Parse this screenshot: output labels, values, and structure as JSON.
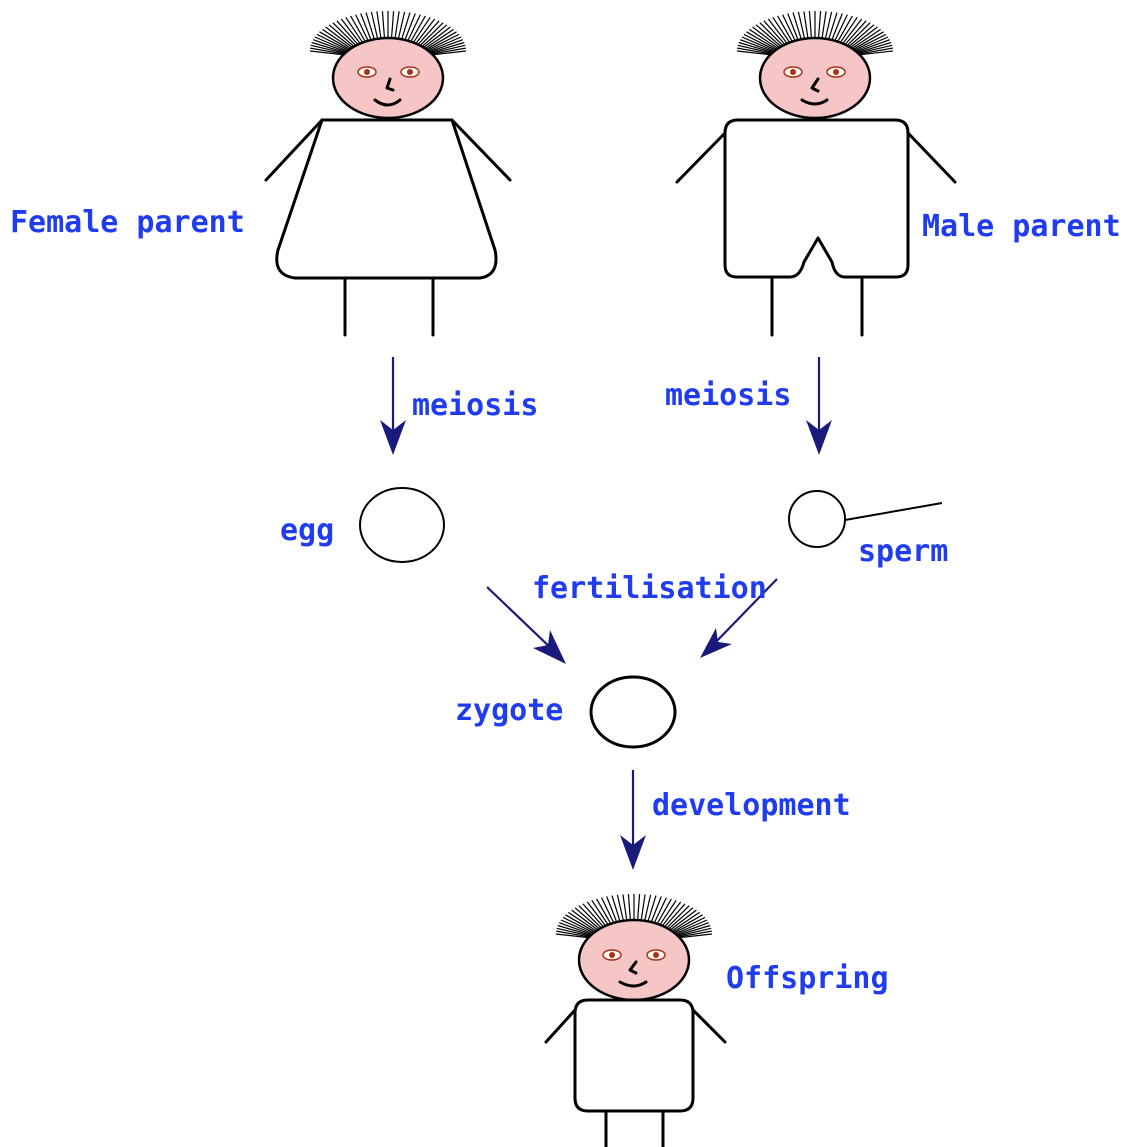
{
  "labels": {
    "female_parent": "Female parent",
    "male_parent": "Male parent",
    "meiosis_left": "meiosis",
    "meiosis_right": "meiosis",
    "egg": "egg",
    "sperm": "sperm",
    "fertilisation": "fertilisation",
    "zygote": "zygote",
    "development": "development",
    "offspring": "Offspring"
  },
  "colors": {
    "label": "#1f3cf0",
    "arrow": "#1a1a7a",
    "skin": "#f6c6c6",
    "eyes": "#b03010"
  },
  "icons": {
    "female": "female-stick-figure-icon",
    "male": "male-stick-figure-icon",
    "offspring": "offspring-stick-figure-icon",
    "egg": "egg-cell-icon",
    "sperm": "sperm-cell-icon",
    "zygote": "zygote-cell-icon"
  }
}
